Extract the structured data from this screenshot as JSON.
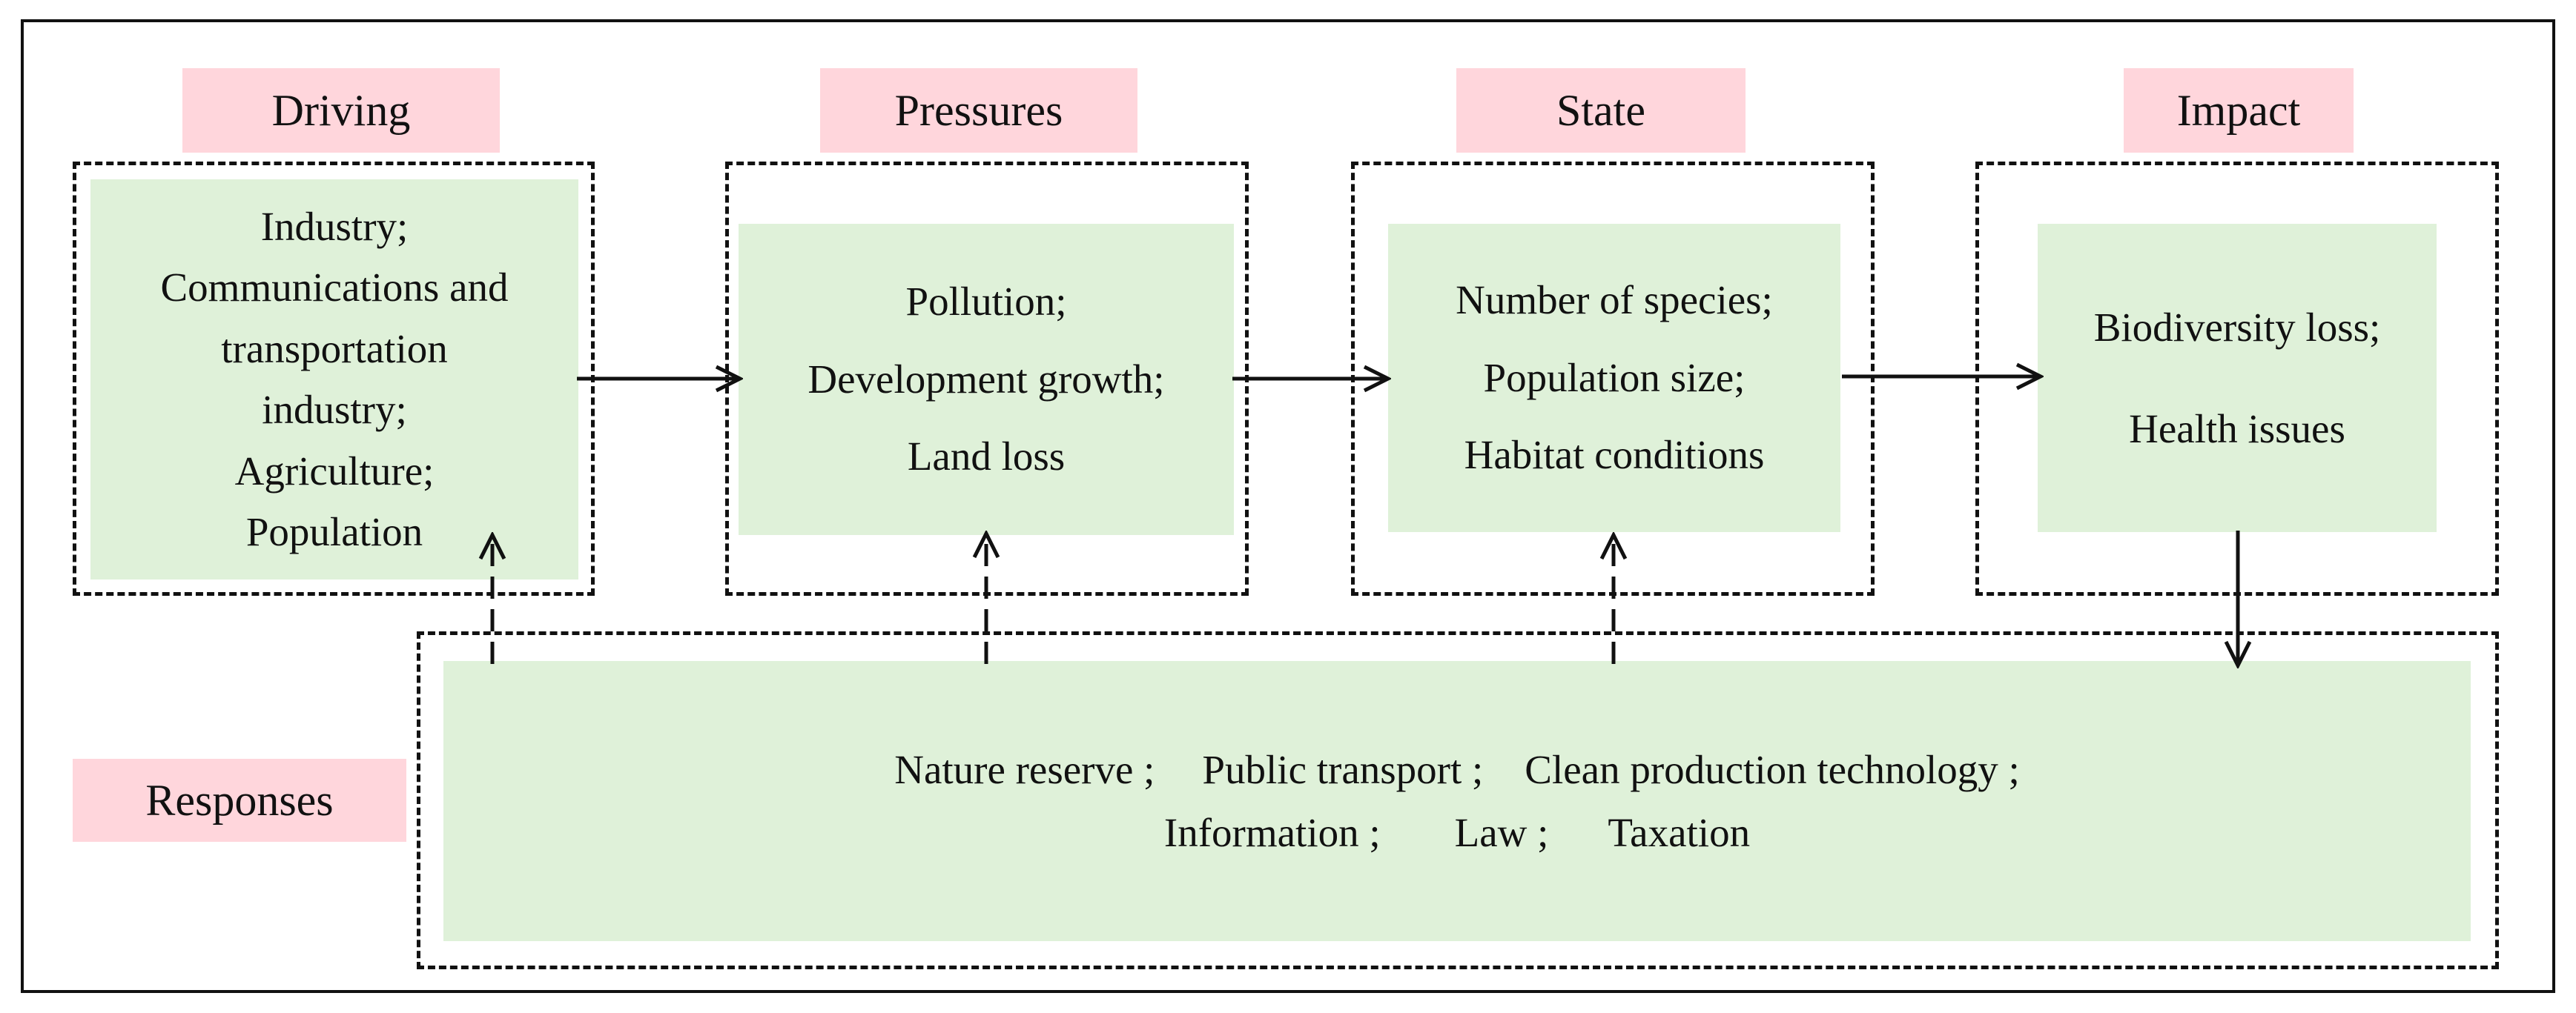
{
  "labels": {
    "driving": "Driving",
    "pressures": "Pressures",
    "state": "State",
    "impact": "Impact",
    "responses": "Responses"
  },
  "driving_items": [
    "Industry;",
    "Communications and",
    "transportation",
    "industry;",
    "Agriculture;",
    "Population"
  ],
  "pressures_items": [
    "Pollution;",
    "Development growth;",
    "Land loss"
  ],
  "state_items": [
    "Number of species;",
    "Population size;",
    "Habitat conditions"
  ],
  "impact_items": [
    "Biodiversity loss;",
    "Health issues"
  ],
  "responses_line1": [
    "Nature reserve ;",
    "Public transport ;",
    "Clean production technology ;"
  ],
  "responses_line2": [
    "Information ;",
    "Law ;",
    "Taxation"
  ],
  "colors": {
    "label_bg": "#ffd6dc",
    "box_bg": "#dff1d9",
    "line": "#111111"
  }
}
